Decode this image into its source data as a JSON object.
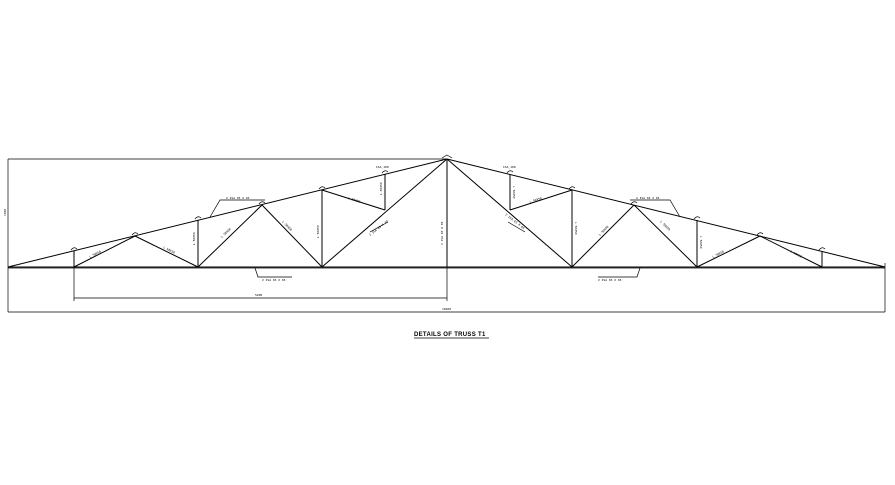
{
  "caption": "DETAILS OF TRUSS T1",
  "dimensions": {
    "overall_span": "10400",
    "half_span": "5200",
    "rise": "1000"
  },
  "labels": {
    "ridge_left": "ISA_100",
    "ridge_right": "ISA_100",
    "left_bottom_chord": "2 ISA 65 X 65",
    "right_bottom_chord": "2 ISA 65 X 65",
    "left_top_chord": "2 ISA 65 X 65",
    "right_top_chord": "2 ISA 65 X 65",
    "king_post": "2 ISA 65 X 65",
    "diag_left": "2 ISA 65 X 65",
    "diag_right": "2 ISA 65 X 65",
    "member_a": "L 50X50",
    "member_b": "L 50X50",
    "member_c": "L 50X50",
    "member_d": "L 50X50",
    "member_e": "L 50X50",
    "member_f": "L 50X50",
    "member_g": "L 50X50",
    "member_h": "L 50X50",
    "member_i": "L 50X50",
    "member_j": "L 50X50",
    "member_k": "L 50X50",
    "member_l": "L 50X50",
    "member_m": "L 50X50",
    "member_n": "L 50X50",
    "member_o": "L 50X50",
    "member_p": "L 50X50"
  }
}
